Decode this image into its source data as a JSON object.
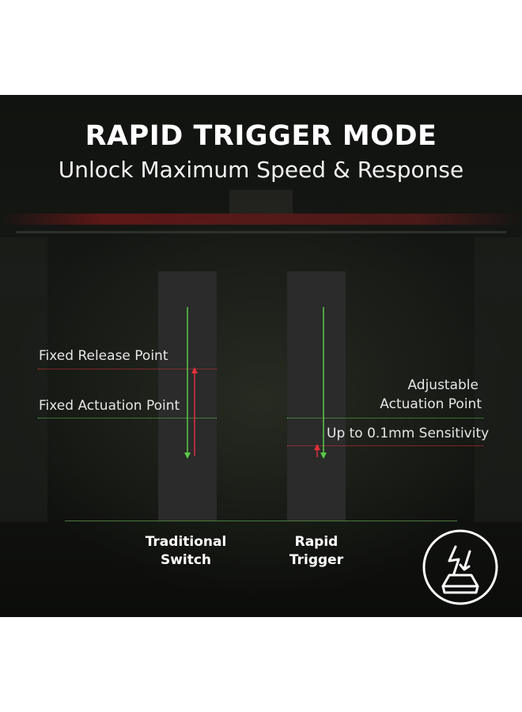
{
  "header": {
    "title": "RAPID TRIGGER MODE",
    "subtitle": "Unlock Maximum Speed & Response"
  },
  "diagram": {
    "left_labels": {
      "release": "Fixed Release Point",
      "actuation": "Fixed Actuation Point"
    },
    "right_labels": {
      "adjustable_line1": "Adjustable",
      "adjustable_line2": "Actuation Point",
      "sensitivity": "Up to 0.1mm Sensitivity"
    },
    "columns": [
      {
        "line1": "Traditional",
        "line2": "Switch"
      },
      {
        "line1": "Rapid",
        "line2": "Trigger"
      }
    ],
    "colors": {
      "release_line": "#e0303a",
      "actuation_line": "#5cc84a",
      "column": "#2a2b2a"
    },
    "badge_icon": "keycap-lightning-icon"
  }
}
